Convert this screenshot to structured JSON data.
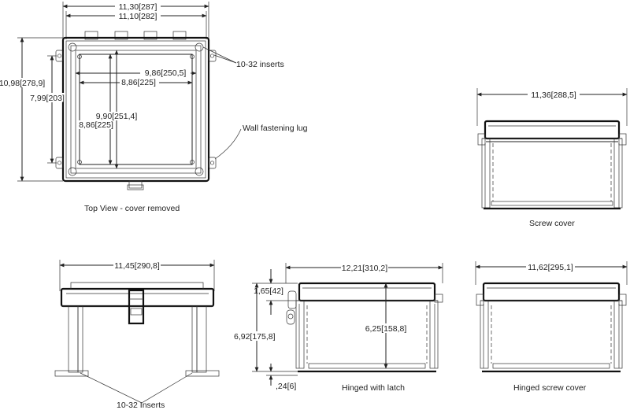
{
  "top_view": {
    "dim_overall_width": "11,30[287]",
    "dim_body_width": "11,10[282]",
    "dim_inner_width_1": "9,86[250,5]",
    "dim_inner_width_2": "8,86[225]",
    "dim_overall_height": "10,98[278,9]",
    "dim_mount_height": "7,99[203]",
    "dim_inner_height_1": "9,90[251,4]",
    "dim_inner_height_2": "8,86[225]",
    "label_inserts": "10-32 inserts",
    "label_lug": "Wall fastening lug",
    "caption": "Top View - cover removed"
  },
  "screw_cover": {
    "dim_width": "11,36[288,5]",
    "caption": "Screw cover"
  },
  "front_view": {
    "dim_width": "11,45[290,8]",
    "label_inserts": "10-32 Inserts"
  },
  "hinged_latch": {
    "dim_width": "12,21[310,2]",
    "dim_cover_height": "1,65[42]",
    "dim_total_height": "6,92[175,8]",
    "dim_body_height": "6,25[158,8]",
    "dim_base": ",24[6]",
    "caption": "Hinged with latch"
  },
  "hinged_screw": {
    "dim_width": "11,62[295,1]",
    "caption": "Hinged screw cover"
  }
}
